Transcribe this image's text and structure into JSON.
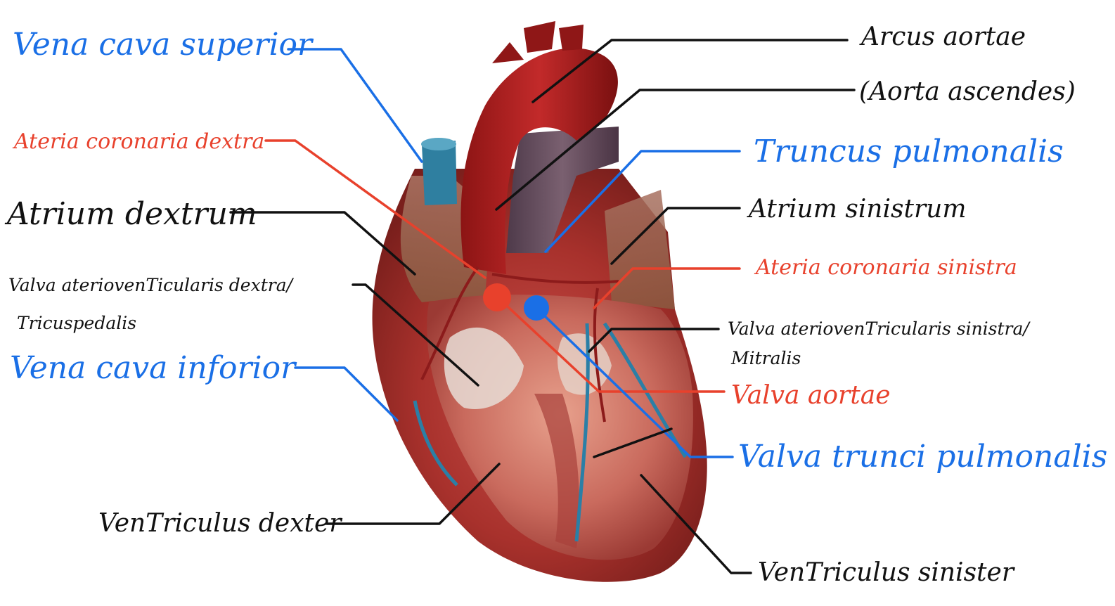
{
  "colors": {
    "black": "#111111",
    "blue": "#1a6fe6",
    "red": "#e8412c",
    "background": "#ffffff"
  },
  "labels": {
    "vena_cava_superior": "Vena cava superior",
    "arteria_coronaria_dextra": "Ateria coronaria dextra",
    "atrium_dextrum": "Atrium dextrum",
    "valva_av_dextra": "Valva ateriovenTicularis dextra/",
    "tricuspedalis": "Tricuspedalis",
    "vena_cava_inferior": "Vena cava inforior",
    "ventriculus_dexter": "VenTriculus dexter",
    "arcus_aortae": "Arcus aortae",
    "aorta_ascendes": "(Aorta ascendes)",
    "truncus_pulmonalis": "Truncus pulmonalis",
    "atrium_sinistrum": "Atrium sinistrum",
    "arteria_coronaria_sinistra": "Ateria coronaria sinistra",
    "valva_av_sinistra": "Valva ateriovenTricularis sinistra/",
    "mitralis": "Mitralis",
    "valva_aortae": "Valva aortae",
    "valva_trunci_pulmonalis": "Valva trunci pulmonalis",
    "ventriculus_sinister": "VenTriculus sinister"
  },
  "icons": {
    "heart": "heart-illustration",
    "aortic_valve_marker": "red-dot-marker",
    "pulmonary_valve_marker": "blue-dot-marker"
  }
}
